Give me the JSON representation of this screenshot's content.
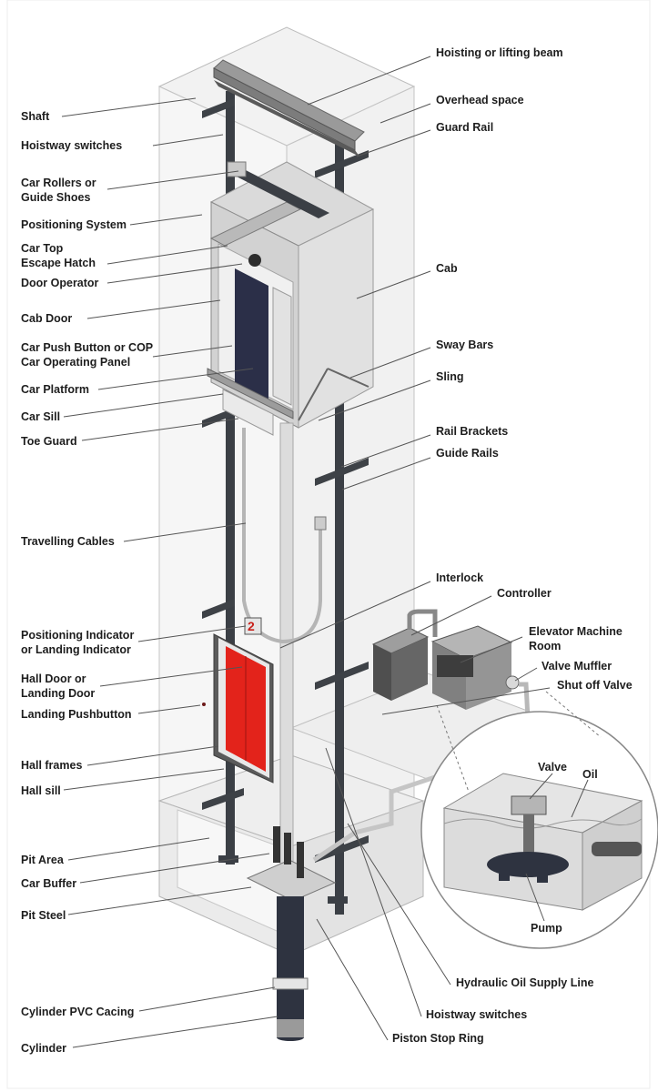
{
  "labels_left": [
    {
      "id": "shaft",
      "text": "Shaft"
    },
    {
      "id": "hoistway-switches-top",
      "text": "Hoistway switches"
    },
    {
      "id": "car-rollers",
      "text": "Car Rollers or\nGuide Shoes"
    },
    {
      "id": "positioning-system",
      "text": "Positioning System"
    },
    {
      "id": "car-top-escape-hatch",
      "text": "Car Top\nEscape Hatch"
    },
    {
      "id": "door-operator",
      "text": "Door Operator"
    },
    {
      "id": "cab-door",
      "text": "Cab Door"
    },
    {
      "id": "car-push-button",
      "text": "Car Push Button or COP\nCar Operating Panel"
    },
    {
      "id": "car-platform",
      "text": "Car Platform"
    },
    {
      "id": "car-sill",
      "text": "Car Sill"
    },
    {
      "id": "toe-guard",
      "text": "Toe Guard"
    },
    {
      "id": "travelling-cables",
      "text": "Travelling Cables"
    },
    {
      "id": "positioning-indicator",
      "text": "Positioning Indicator\nor Landing Indicator"
    },
    {
      "id": "hall-door",
      "text": "Hall Door or\nLanding Door"
    },
    {
      "id": "landing-pushbutton",
      "text": "Landing Pushbutton"
    },
    {
      "id": "hall-frames",
      "text": "Hall frames"
    },
    {
      "id": "hall-sill",
      "text": "Hall sill"
    },
    {
      "id": "pit-area",
      "text": "Pit Area"
    },
    {
      "id": "car-buffer",
      "text": "Car Buffer"
    },
    {
      "id": "pit-steel",
      "text": "Pit Steel"
    },
    {
      "id": "cylinder-pvc",
      "text": "Cylinder PVC Cacing"
    },
    {
      "id": "cylinder",
      "text": "Cylinder"
    }
  ],
  "labels_right": [
    {
      "id": "hoisting-beam",
      "text": "Hoisting or lifting beam"
    },
    {
      "id": "overhead-space",
      "text": "Overhead space"
    },
    {
      "id": "guard-rail",
      "text": "Guard Rail"
    },
    {
      "id": "cab",
      "text": "Cab"
    },
    {
      "id": "sway-bars",
      "text": "Sway Bars"
    },
    {
      "id": "sling",
      "text": "Sling"
    },
    {
      "id": "rail-brackets",
      "text": "Rail Brackets"
    },
    {
      "id": "guide-rails",
      "text": "Guide Rails"
    },
    {
      "id": "interlock",
      "text": "Interlock"
    },
    {
      "id": "controller",
      "text": "Controller"
    },
    {
      "id": "machine-room",
      "text": "Elevator Machine\nRoom"
    },
    {
      "id": "valve-muffler",
      "text": "Valve Muffler"
    },
    {
      "id": "shut-off-valve",
      "text": "Shut off Valve"
    },
    {
      "id": "hydraulic-line",
      "text": "Hydraulic Oil Supply Line"
    },
    {
      "id": "hoistway-switches-bottom",
      "text": "Hoistway switches"
    },
    {
      "id": "piston-stop-ring",
      "text": "Piston Stop Ring"
    }
  ],
  "inset_labels": [
    {
      "id": "valve",
      "text": "Valve"
    },
    {
      "id": "oil",
      "text": "Oil"
    },
    {
      "id": "pump",
      "text": "Pump"
    }
  ],
  "floor_indicator": "2",
  "colors": {
    "hall_door": "#e3231b",
    "rail": "#3b3f45",
    "label": "#1d1d1d",
    "leader": "#555555"
  }
}
